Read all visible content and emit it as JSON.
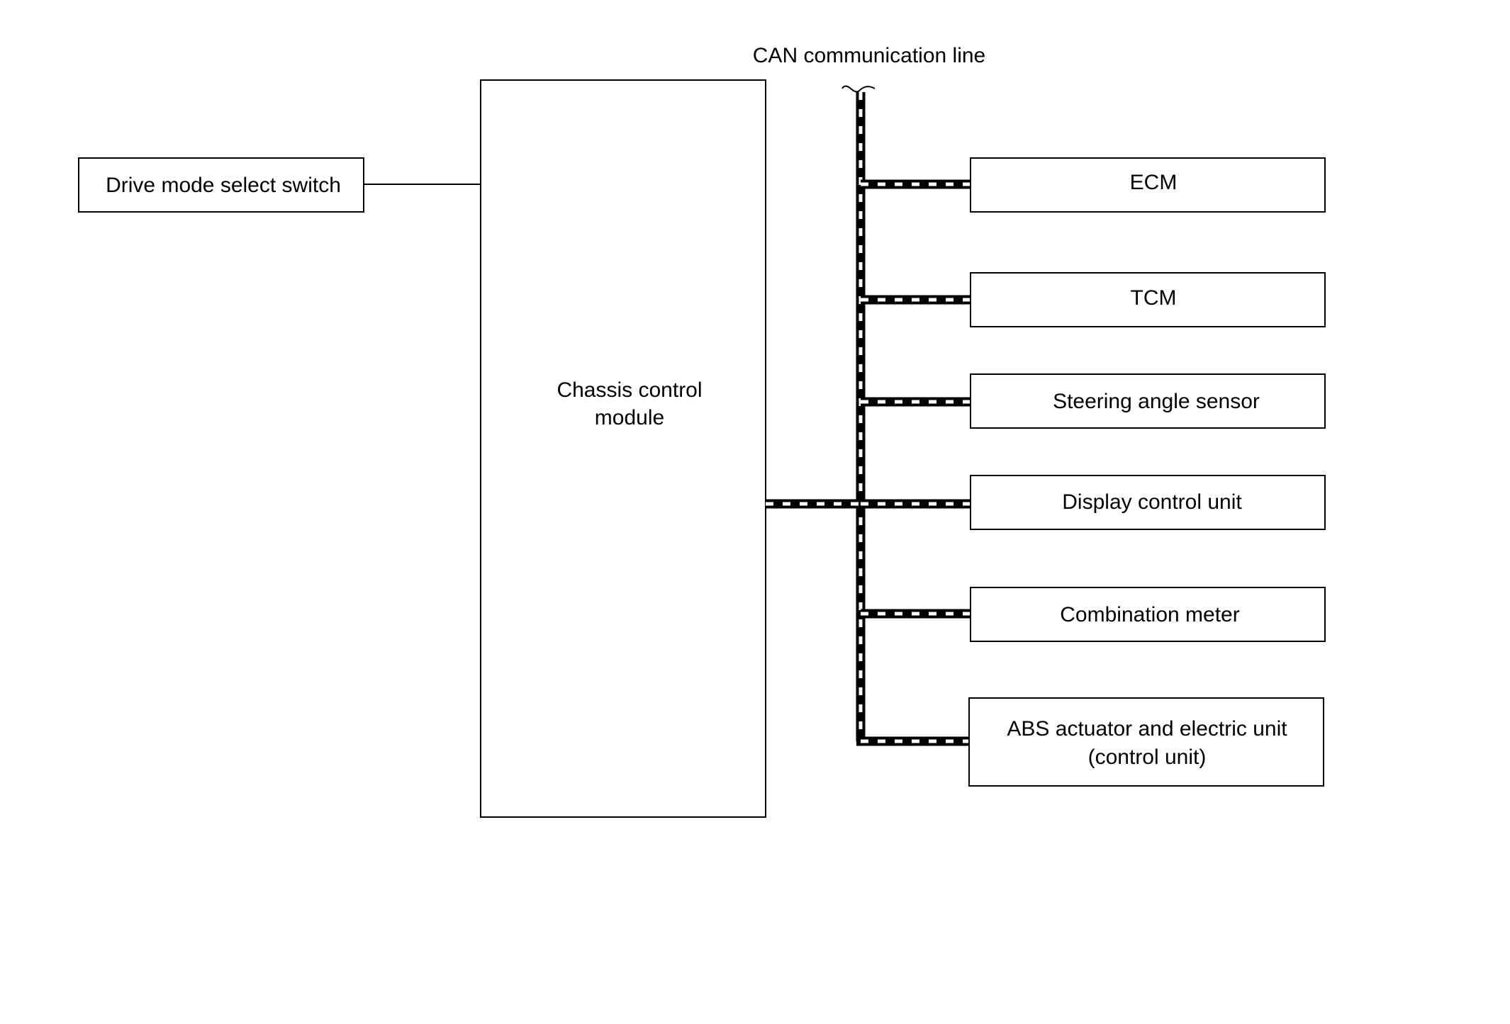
{
  "bus_label": "CAN communication line",
  "switch_box": {
    "label": "Drive mode select switch"
  },
  "module_box": {
    "line1": "Chassis control",
    "line2": "module"
  },
  "units": {
    "ecm": {
      "label": "ECM"
    },
    "tcm": {
      "label": "TCM"
    },
    "steering": {
      "label": "Steering angle sensor"
    },
    "display": {
      "label": "Display control unit"
    },
    "meter": {
      "label": "Combination meter"
    },
    "abs": {
      "line1": "ABS actuator and electric unit",
      "line2": "(control unit)"
    }
  },
  "colors": {
    "line": "#000000",
    "background": "#ffffff"
  }
}
